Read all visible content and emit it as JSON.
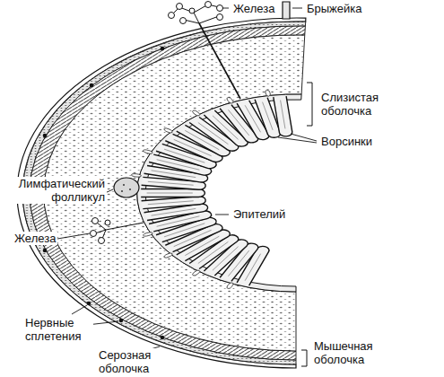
{
  "diagram": {
    "labels": [
      "Железа",
      "Брыжейка",
      "Слизистая оболочка",
      "Ворсинки",
      "Лимфатический фолликул",
      "Эпителий",
      "Железа",
      "Нервные сплетения",
      "Мышечная оболочка",
      "Серозная оболочка"
    ]
  }
}
